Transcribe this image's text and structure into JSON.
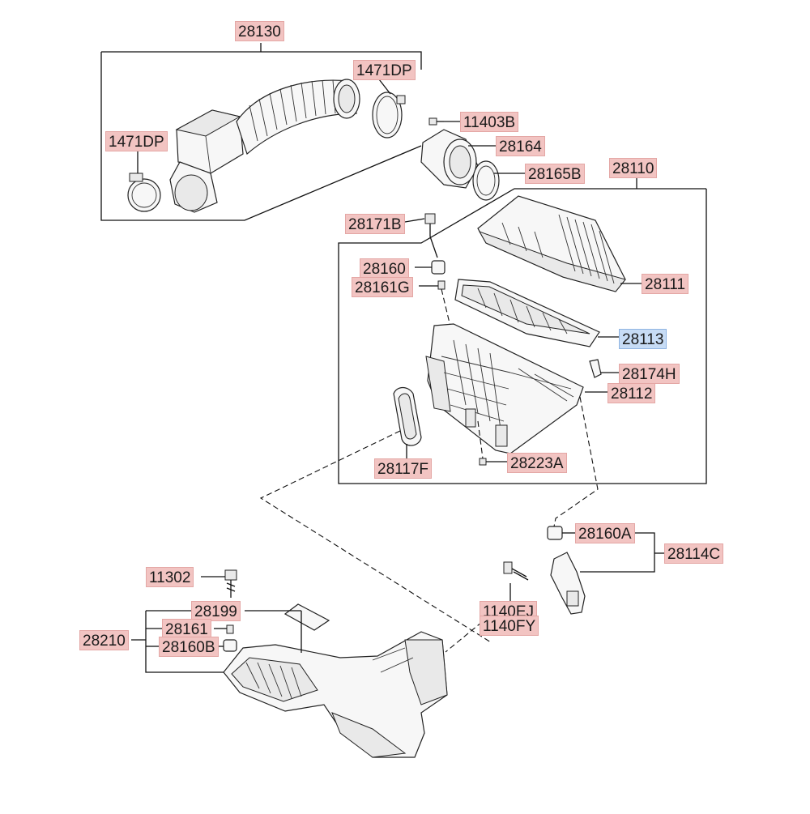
{
  "labels": {
    "l28130": "28130",
    "l1471dp_top": "1471DP",
    "l1471dp_left": "1471DP",
    "l11403b": "11403B",
    "l28164": "28164",
    "l28165b": "28165B",
    "l28110": "28110",
    "l28171b": "28171B",
    "l28160": "28160",
    "l28161g": "28161G",
    "l28111": "28111",
    "l28113": "28113",
    "l28174h": "28174H",
    "l28112": "28112",
    "l28117f": "28117F",
    "l28223a": "28223A",
    "l28160a": "28160A",
    "l28114c": "28114C",
    "l11302": "11302",
    "l1140ej": "1140EJ",
    "l1140fy": "1140FY",
    "l28199": "28199",
    "l28161": "28161",
    "l28210": "28210",
    "l28160b": "28160B"
  },
  "colors": {
    "label_fill": "#f2c4c2",
    "label_selected_fill": "#c7dcf5"
  }
}
